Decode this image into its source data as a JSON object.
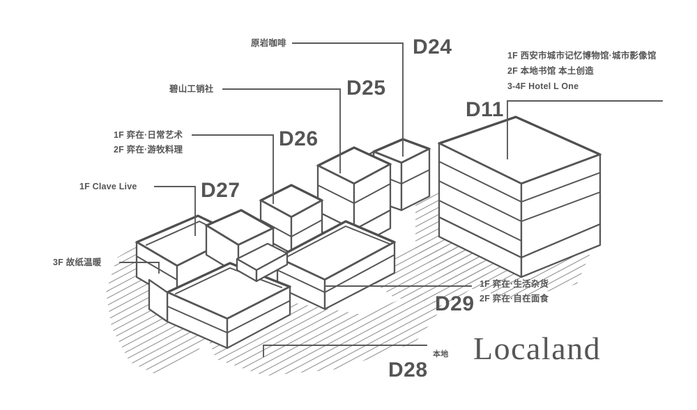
{
  "brand": {
    "name": "Localand"
  },
  "colors": {
    "ink": "#4a4a4a",
    "line_heavy": "#555555",
    "line_light": "#7a7a7a",
    "hatch": "#8a8a8a",
    "background": "#ffffff"
  },
  "buildings": [
    {
      "code": "D24",
      "tenants": [
        "原岩咖啡"
      ]
    },
    {
      "code": "D25",
      "tenants": [
        "碧山工销社"
      ]
    },
    {
      "code": "D26",
      "tenants": [
        "1F 弈在·日常艺术",
        "2F 弈在·游牧料理"
      ]
    },
    {
      "code": "D27",
      "tenants": [
        "1F Clave Live",
        "3F 故纸温暖"
      ]
    },
    {
      "code": "D28",
      "tenants": [
        "本地"
      ]
    },
    {
      "code": "D29",
      "tenants": [
        "1F 弈在·生活杂货",
        "2F 弈在·自在面食"
      ]
    },
    {
      "code": "D11",
      "tenants": [
        "1F 西安市城市记忆博物馆·城市影像馆",
        "2F 本地书馆  本土创造",
        "3-4F Hotel L One"
      ]
    }
  ],
  "labels": {
    "d24_code": "D24",
    "d24_tenant": "原岩咖啡",
    "d25_code": "D25",
    "d25_tenant": "碧山工销社",
    "d26_code": "D26",
    "d26_line1": "1F 弈在·日常艺术",
    "d26_line2": "2F 弈在·游牧料理",
    "d27_code": "D27",
    "d27_line1": "1F Clave Live",
    "d27_line2": "3F 故纸温暖",
    "d28_code": "D28",
    "d28_tenant": "本地",
    "d29_code": "D29",
    "d29_line1": "1F 弈在·生活杂货",
    "d29_line2": "2F 弈在·自在面食",
    "d11_code": "D11",
    "d11_line1": "1F 西安市城市记忆博物馆·城市影像馆",
    "d11_line2": "2F 本地书馆  本土创造",
    "d11_line3": "3-4F Hotel L One"
  }
}
